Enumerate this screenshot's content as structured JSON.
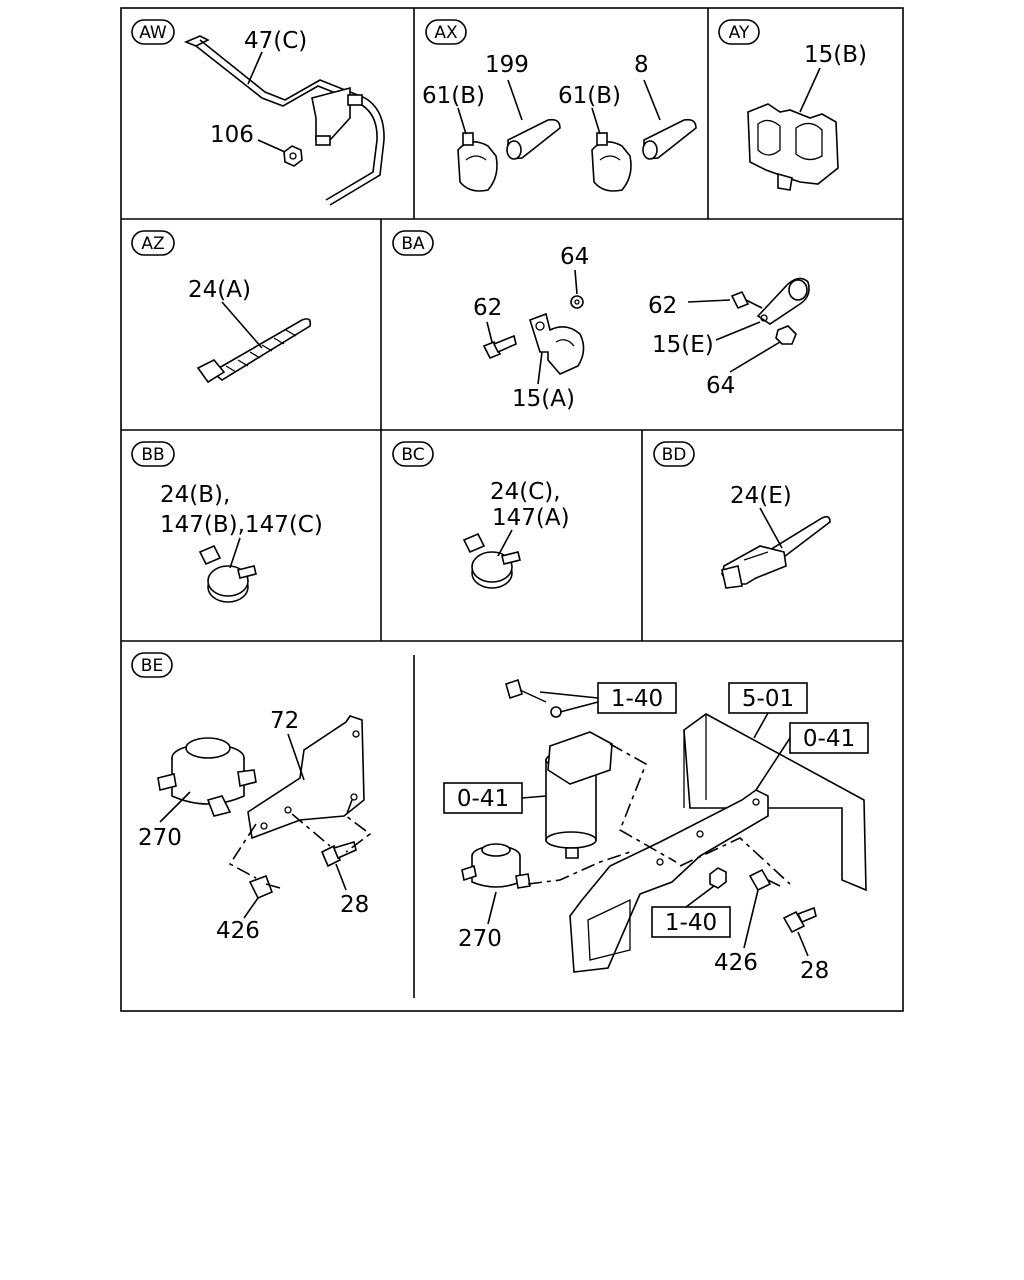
{
  "panels": {
    "aw": {
      "tag": "AW",
      "labels": {
        "p47c": "47(C)",
        "p106": "106"
      }
    },
    "ax": {
      "tag": "AX",
      "labels": {
        "p199": "199",
        "p8": "8",
        "p61b_1": "61(B)",
        "p61b_2": "61(B)"
      }
    },
    "ay": {
      "tag": "AY",
      "labels": {
        "p15b": "15(B)"
      }
    },
    "az": {
      "tag": "AZ",
      "labels": {
        "p24a": "24(A)"
      }
    },
    "ba": {
      "tag": "BA",
      "labels": {
        "p64_1": "64",
        "p62_1": "62",
        "p15a": "15(A)",
        "p62_2": "62",
        "p15e": "15(E)",
        "p64_2": "64"
      }
    },
    "bb": {
      "tag": "BB",
      "labels": {
        "line1": "24(B),",
        "line2": "147(B),147(C)"
      }
    },
    "bc": {
      "tag": "BC",
      "labels": {
        "line1": "24(C),",
        "line2": "147(A)"
      }
    },
    "bd": {
      "tag": "BD",
      "labels": {
        "p24e": "24(E)"
      }
    },
    "be": {
      "tag": "BE",
      "labels": {
        "p72": "72",
        "p270_1": "270",
        "p426_1": "426",
        "p28_1": "28",
        "ref140_1": "1-40",
        "ref501": "5-01",
        "ref041_1": "0-41",
        "ref041_2": "0-41",
        "ref140_2": "1-40",
        "p270_2": "270",
        "p426_2": "426",
        "p28_2": "28"
      }
    }
  }
}
